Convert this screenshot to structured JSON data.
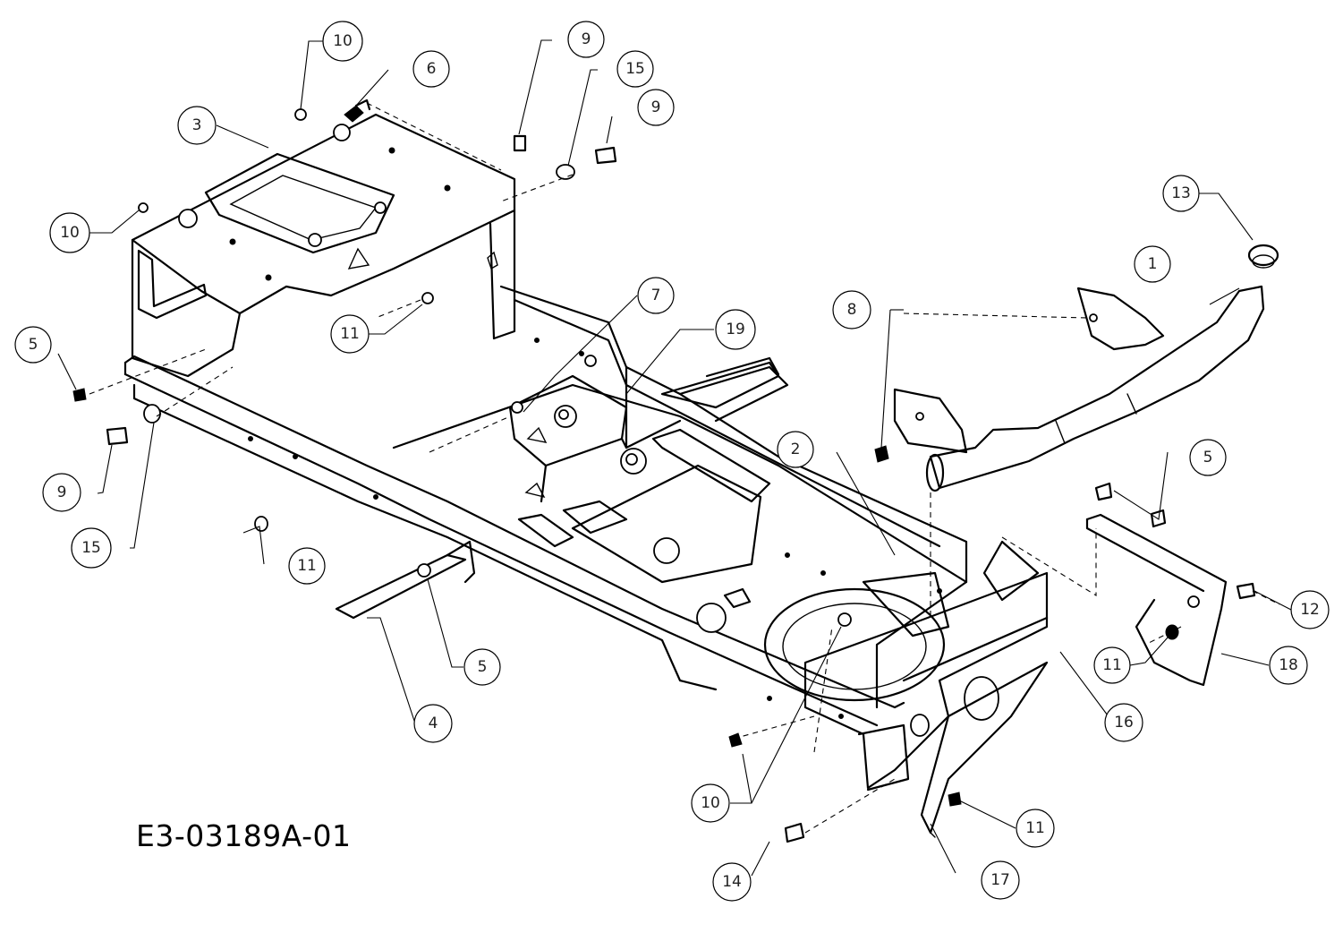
{
  "drawing_number": "E3-03189A-01",
  "callouts": [
    {
      "id": "c-10-top",
      "label": "10"
    },
    {
      "id": "c-6",
      "label": "6"
    },
    {
      "id": "c-9-top",
      "label": "9"
    },
    {
      "id": "c-15-top",
      "label": "15"
    },
    {
      "id": "c-9-right",
      "label": "9"
    },
    {
      "id": "c-3",
      "label": "3"
    },
    {
      "id": "c-10-left",
      "label": "10"
    },
    {
      "id": "c-13",
      "label": "13"
    },
    {
      "id": "c-1",
      "label": "1"
    },
    {
      "id": "c-8",
      "label": "8"
    },
    {
      "id": "c-7",
      "label": "7"
    },
    {
      "id": "c-19",
      "label": "19"
    },
    {
      "id": "c-11-mid",
      "label": "11"
    },
    {
      "id": "c-5-left",
      "label": "5"
    },
    {
      "id": "c-9-left",
      "label": "9"
    },
    {
      "id": "c-15-left",
      "label": "15"
    },
    {
      "id": "c-11-left",
      "label": "11"
    },
    {
      "id": "c-2",
      "label": "2"
    },
    {
      "id": "c-5-right",
      "label": "5"
    },
    {
      "id": "c-12",
      "label": "12"
    },
    {
      "id": "c-18",
      "label": "18"
    },
    {
      "id": "c-11-right",
      "label": "11"
    },
    {
      "id": "c-16",
      "label": "16"
    },
    {
      "id": "c-5-bottom",
      "label": "5"
    },
    {
      "id": "c-4",
      "label": "4"
    },
    {
      "id": "c-10-bottom",
      "label": "10"
    },
    {
      "id": "c-14",
      "label": "14"
    },
    {
      "id": "c-17",
      "label": "17"
    },
    {
      "id": "c-11-bottom",
      "label": "11"
    }
  ]
}
